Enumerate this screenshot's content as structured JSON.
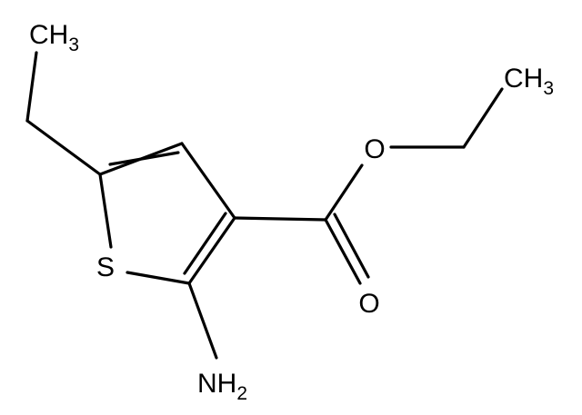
{
  "molecule": {
    "atoms": {
      "s1": {
        "symbol": "S",
        "subscript": ""
      },
      "nh2": {
        "symbol": "NH",
        "subscript": "2"
      },
      "ch3_ethyl": {
        "symbol": "CH",
        "subscript": "3"
      },
      "ch3_ester": {
        "symbol": "CH",
        "subscript": "3"
      },
      "o_ether": {
        "symbol": "O",
        "subscript": ""
      },
      "o_carbonyl": {
        "symbol": "O",
        "subscript": ""
      }
    },
    "colors": {
      "stroke": "#000000",
      "text": "#000000",
      "background": "#ffffff"
    }
  }
}
